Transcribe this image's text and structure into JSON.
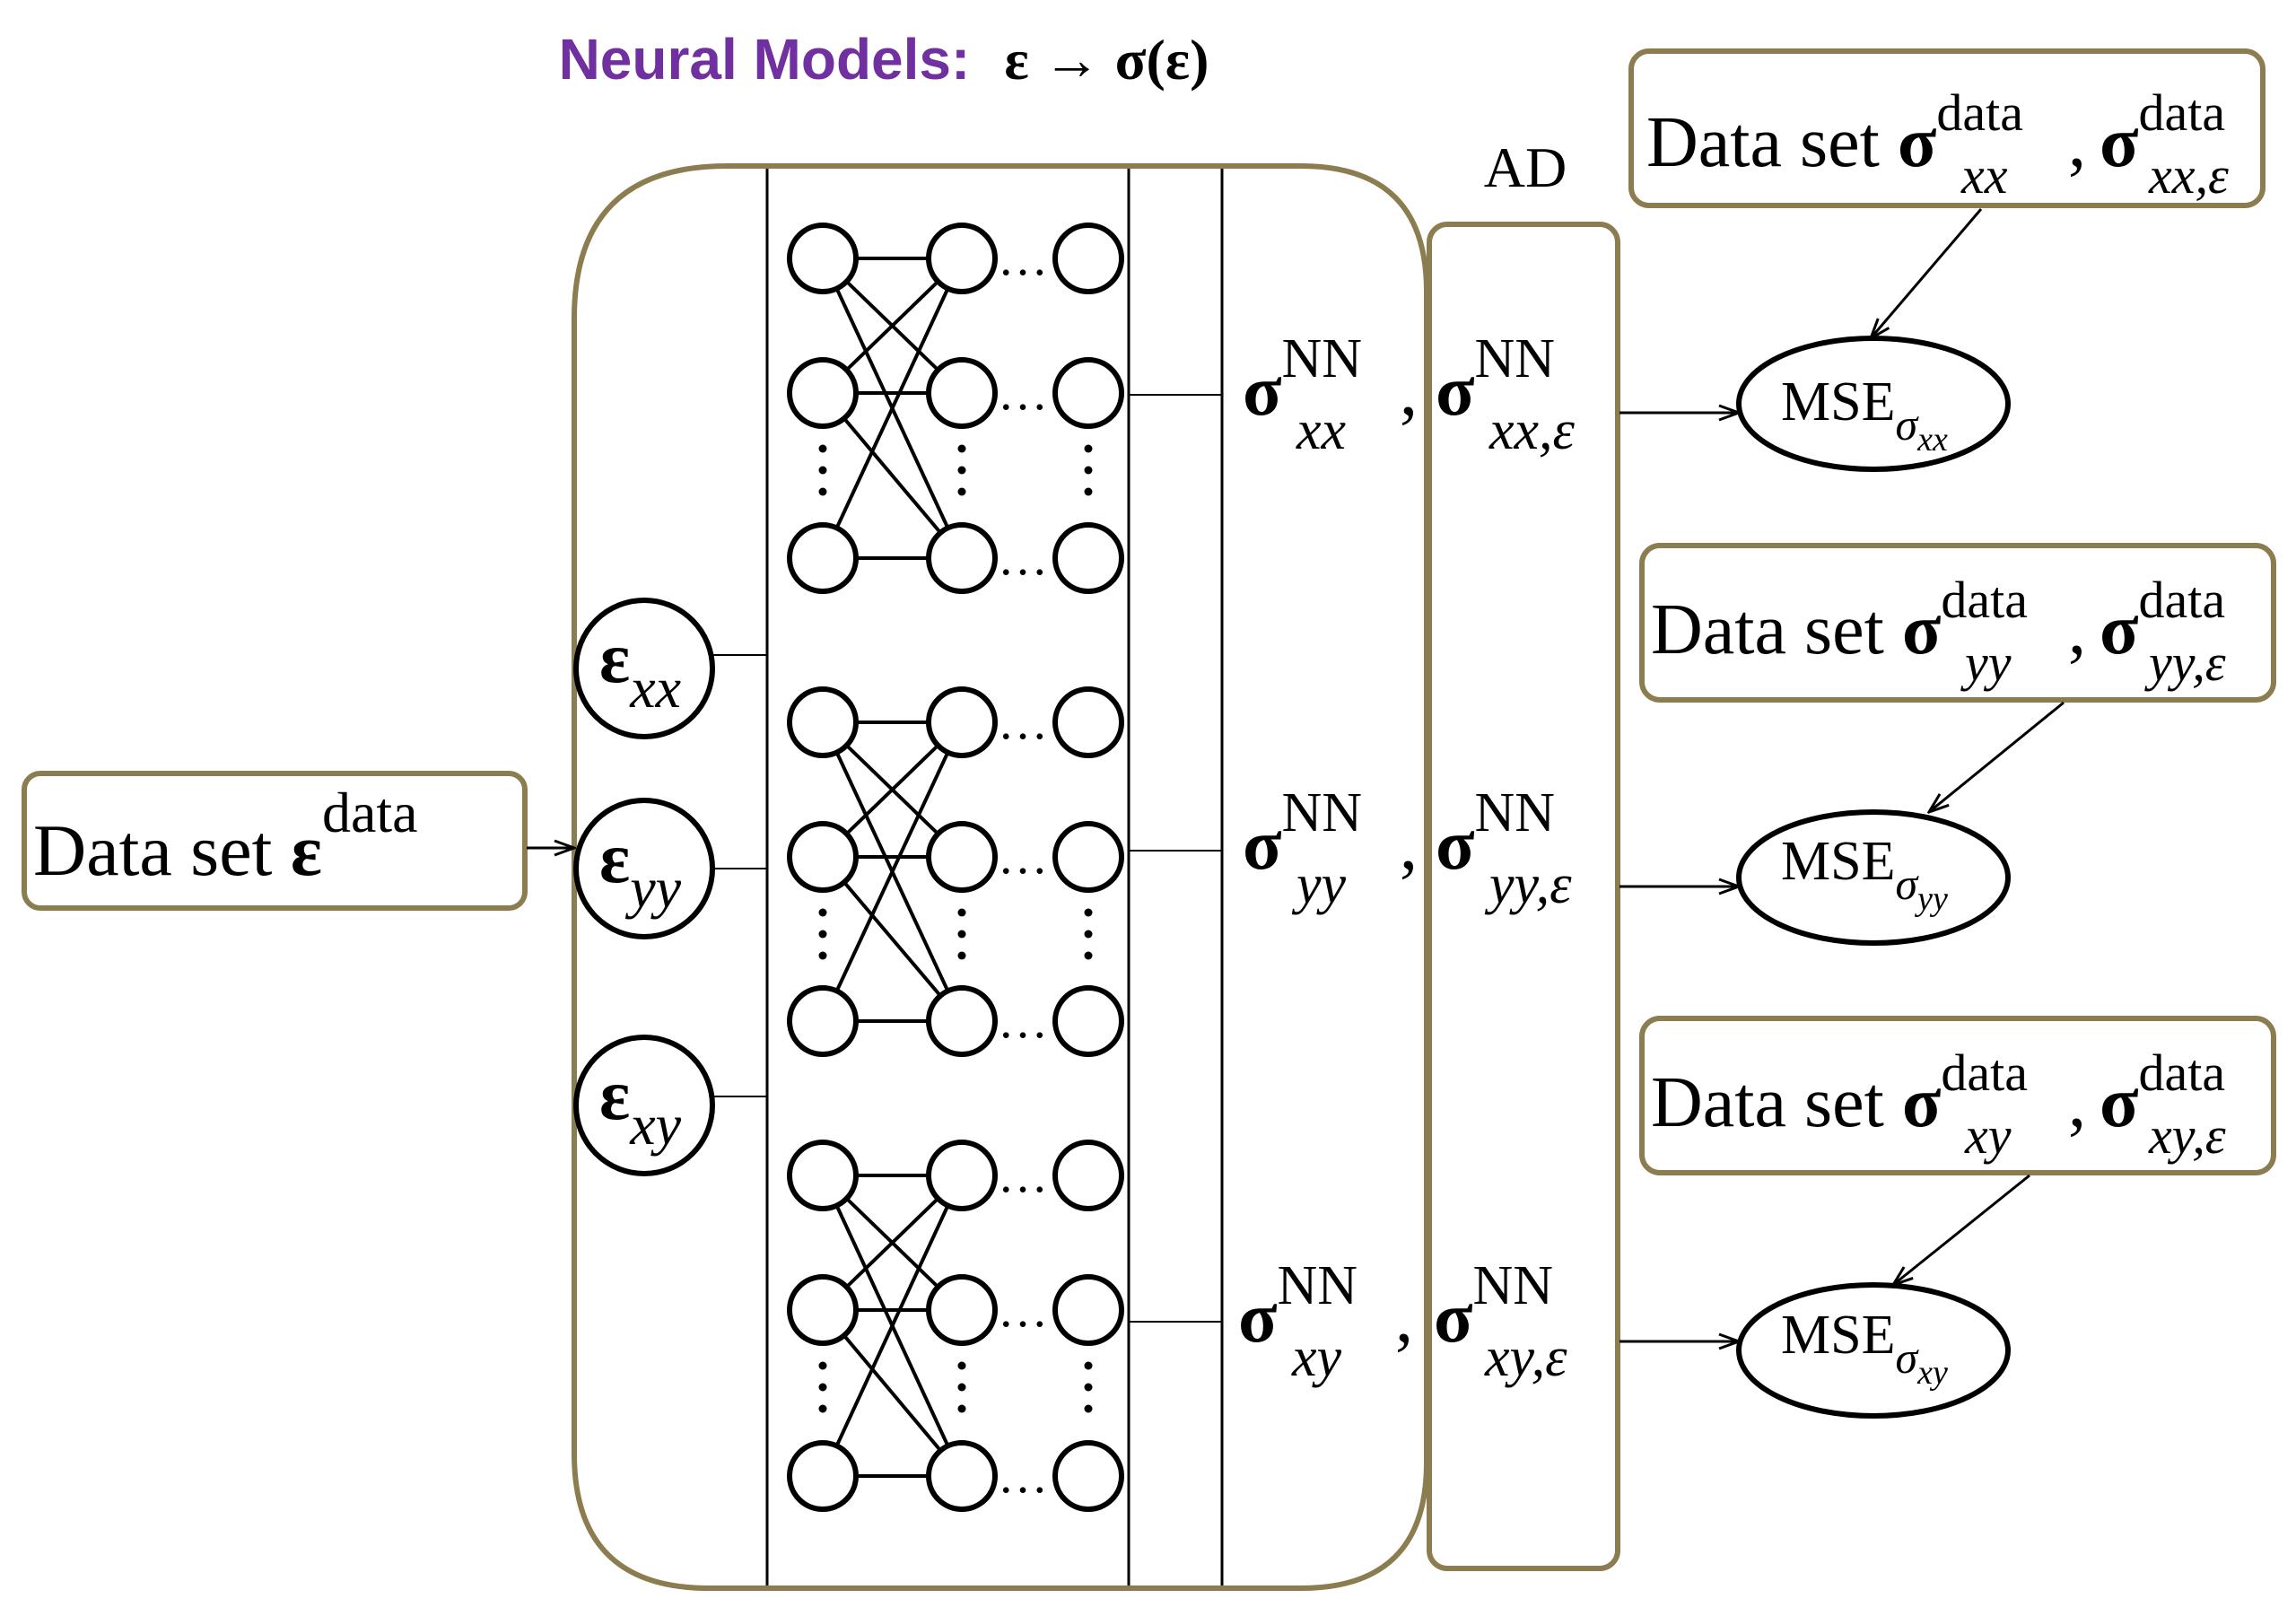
{
  "title": {
    "label": "Neural Models:",
    "formula": "ε → σ(ε)"
  },
  "colors": {
    "box_border": "#8b7d4f",
    "title": "#7030a0",
    "ink": "#000000"
  },
  "input_box": {
    "prefix": "Data set ",
    "symbol": "ε",
    "sup": "data"
  },
  "inputs": [
    {
      "symbol": "ε",
      "sub": "xx"
    },
    {
      "symbol": "ε",
      "sub": "yy"
    },
    {
      "symbol": "ε",
      "sub": "xy"
    }
  ],
  "ellipsis": "…",
  "ad_label": "AD",
  "outputs": [
    {
      "sym": "σ",
      "sup": "NN",
      "sub1": "xx",
      "sep": ",",
      "sub2": "xx,ε"
    },
    {
      "sym": "σ",
      "sup": "NN",
      "sub1": "yy",
      "sep": ",",
      "sub2": "yy,ε"
    },
    {
      "sym": "σ",
      "sup": "NN",
      "sub1": "xy",
      "sep": ",",
      "sub2": "xy,ε"
    }
  ],
  "datasets": [
    {
      "prefix": "Data set ",
      "sym": "σ",
      "sup": "data",
      "sub1": "xx",
      "sep": ",",
      "sub2": "xx,ε"
    },
    {
      "prefix": "Data set ",
      "sym": "σ",
      "sup": "data",
      "sub1": "yy",
      "sep": ",",
      "sub2": "yy,ε"
    },
    {
      "prefix": "Data set ",
      "sym": "σ",
      "sup": "data",
      "sub1": "xy",
      "sep": ",",
      "sub2": "xy,ε"
    }
  ],
  "mse": [
    {
      "label": "MSE",
      "sym": "σ",
      "sub": "xx"
    },
    {
      "label": "MSE",
      "sym": "σ",
      "sub": "yy"
    },
    {
      "label": "MSE",
      "sym": "σ",
      "sub": "xy"
    }
  ]
}
